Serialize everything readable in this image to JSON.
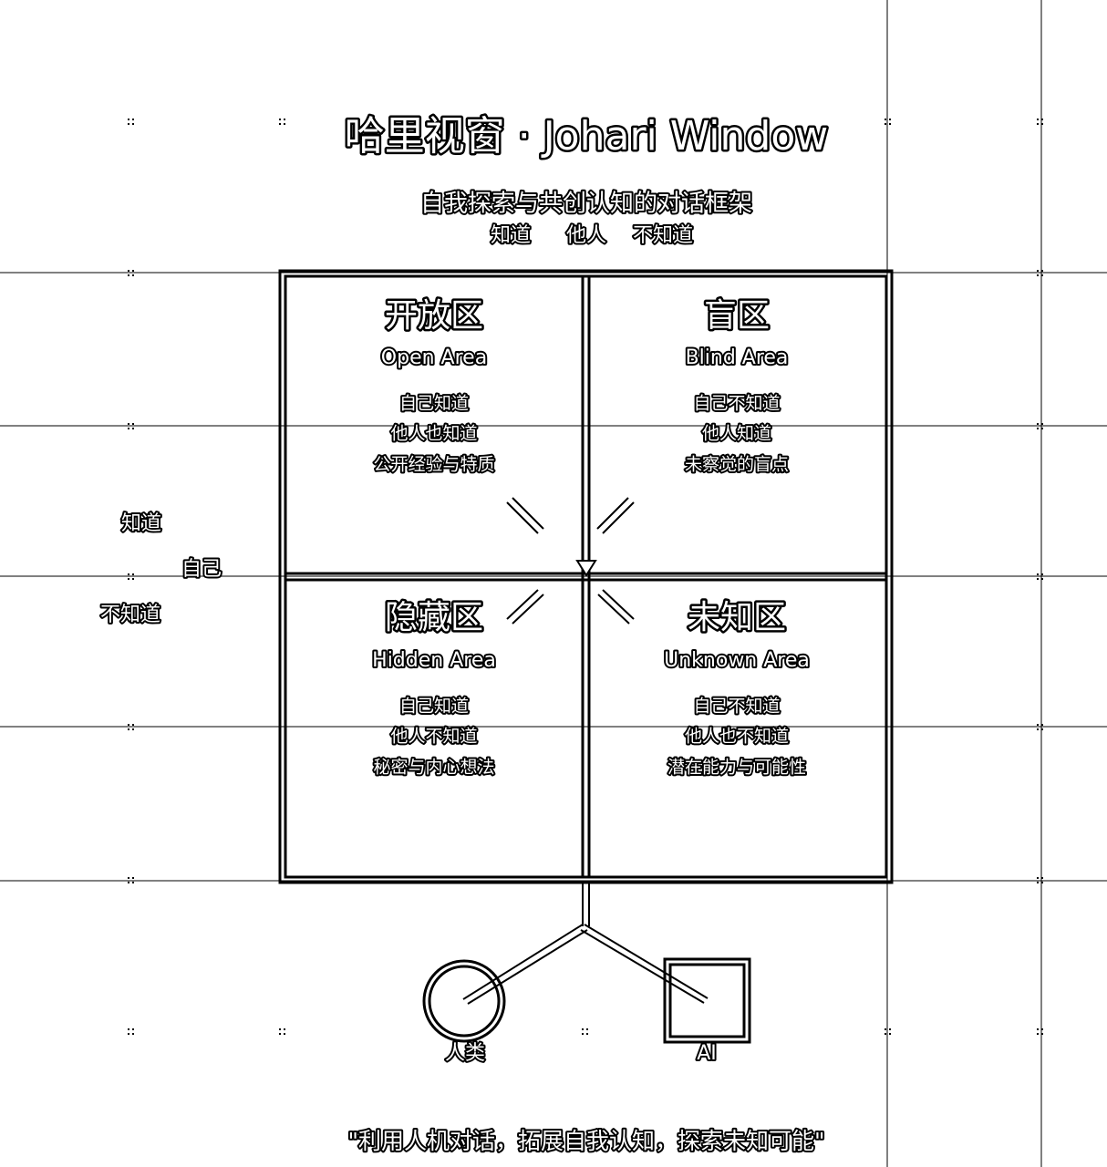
{
  "title": "哈里视窗 · Johari Window",
  "subtitle": "自我探索与共创认知的对话框架",
  "top_axis": {
    "known": "知道",
    "label": "他人",
    "unknown": "不知道"
  },
  "left_axis": {
    "known": "知道",
    "label": "自己",
    "unknown": "不知道"
  },
  "quadrants": [
    {
      "title": "开放区",
      "english": "Open Area",
      "lines": [
        "自己知道",
        "他人也知道",
        "公开经验与特质"
      ]
    },
    {
      "title": "盲区",
      "english": "Blind Area",
      "lines": [
        "自己不知道",
        "他人知道",
        "未察觉的盲点"
      ]
    },
    {
      "title": "隐藏区",
      "english": "Hidden Area",
      "lines": [
        "自己知道",
        "他人不知道",
        "秘密与内心想法"
      ]
    },
    {
      "title": "未知区",
      "english": "Unknown Area",
      "lines": [
        "自己不知道",
        "他人也不知道",
        "潜在能力与可能性"
      ]
    }
  ],
  "actors": {
    "human": "人类",
    "ai": "AI"
  },
  "quote": "\"利用人机对话，拓展自我认知，探索未知可能\""
}
